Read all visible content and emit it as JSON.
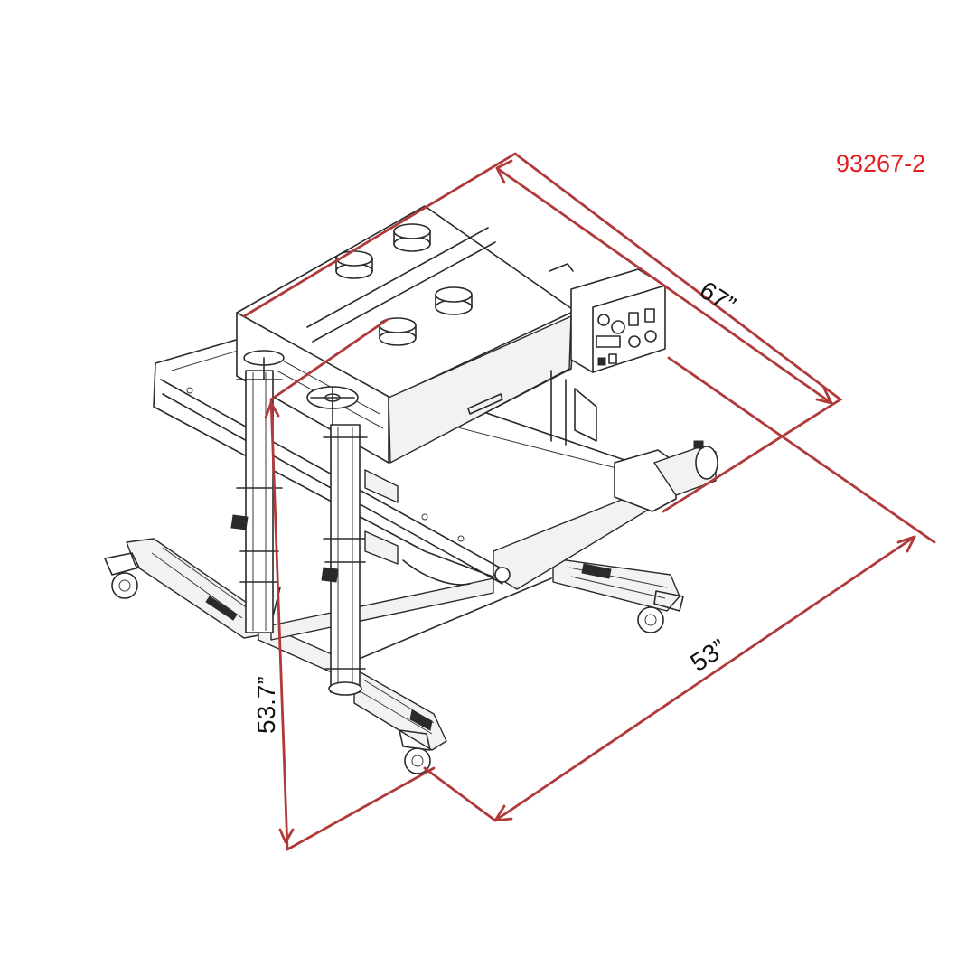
{
  "drawing": {
    "part_number": "93267-2",
    "accent_color": "#e41e1e",
    "dimension_color": "#b03a3a",
    "dimensions": {
      "length": "67”",
      "width": "53”",
      "height": "53.7”"
    }
  }
}
